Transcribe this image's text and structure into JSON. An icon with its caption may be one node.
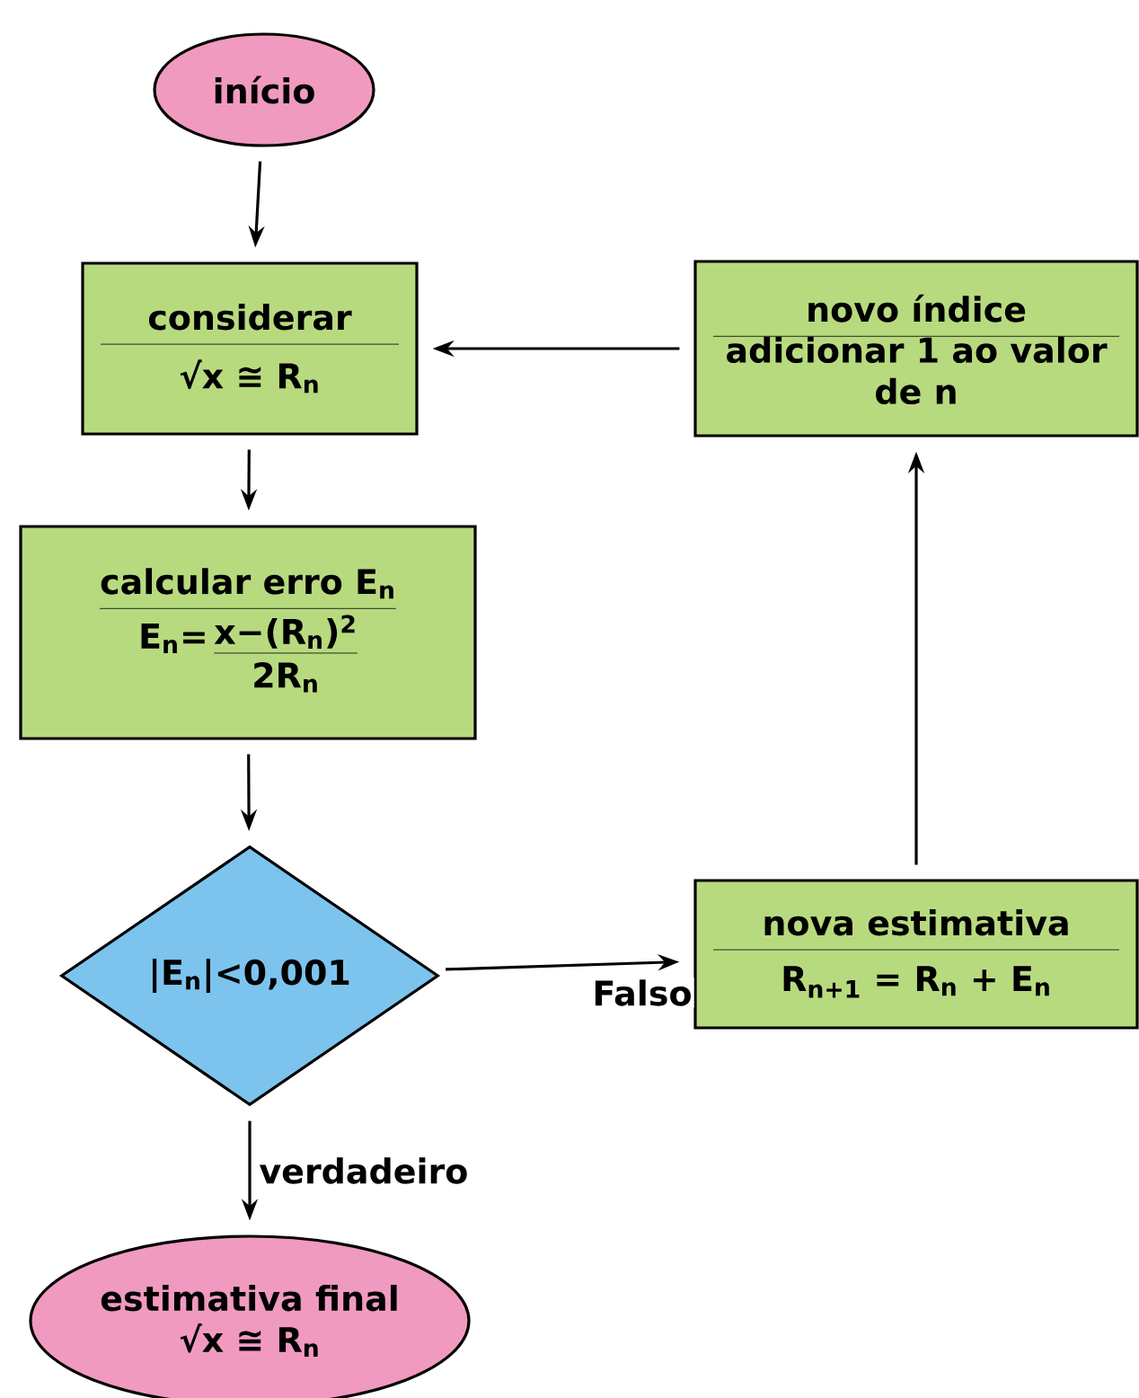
{
  "diagram": {
    "nodes": [
      {
        "text": [
          "início"
        ]
      },
      {
        "text": [
          "considerar",
          "√x ≅ R$_{n}$"
        ]
      },
      {
        "text": [
          "novo índice",
          "adicionar 1 ao valor de n"
        ]
      },
      {
        "text": [
          "calcular erro E$_{n}$",
          "E$_{n}$=",
          "x−(R$_{n}$)$^{2}$",
          "2R$_{n}$"
        ]
      },
      {
        "text": [
          "|E$_{n}$|<0,001"
        ]
      },
      {
        "text": [
          "nova estimativa",
          "R$_{n+1}$ = R$_{n}$ + E$_{n}$"
        ]
      },
      {
        "text": [
          "estimativa final",
          "√x ≅ R$_{n}$"
        ]
      }
    ],
    "edges": [
      {
        "from": 0,
        "to": 1,
        "arrow": "to"
      },
      {
        "from": 2,
        "to": 1,
        "arrow": "to"
      },
      {
        "from": 1,
        "to": 3,
        "arrow": "to"
      },
      {
        "from": 3,
        "to": 4,
        "arrow": "to"
      },
      {
        "from": 4,
        "to": 5,
        "arrow": "to",
        "label": "Falso"
      },
      {
        "from": 5,
        "to": 2,
        "arrow": "to"
      },
      {
        "from": 4,
        "to": 6,
        "arrow": "to",
        "label": "verdadeiro"
      }
    ]
  }
}
